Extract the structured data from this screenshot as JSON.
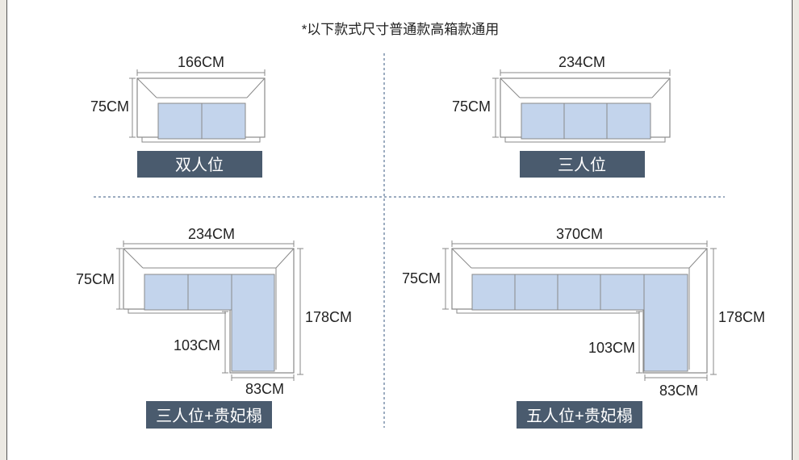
{
  "note": "*以下款式尺寸普通款高箱款通用",
  "colors": {
    "cushion": "#c3d4ec",
    "badge": "#4a5b6e",
    "frame_line": "#8a8a8a",
    "separator": "#3a5a80"
  },
  "sofas": [
    {
      "id": "two-seat",
      "label": "双人位",
      "width": "166CM",
      "depth": "75CM"
    },
    {
      "id": "three-seat",
      "label": "三人位",
      "width": "234CM",
      "depth": "75CM"
    },
    {
      "id": "three-seat-chaise",
      "label": "三人位+贵妃榻",
      "width": "234CM",
      "depth": "75CM",
      "length": "178CM",
      "inner": "103CM",
      "chaise": "83CM"
    },
    {
      "id": "five-seat-chaise",
      "label": "五人位+贵妃榻",
      "width": "370CM",
      "depth": "75CM",
      "length": "178CM",
      "inner": "103CM",
      "chaise": "83CM"
    }
  ]
}
